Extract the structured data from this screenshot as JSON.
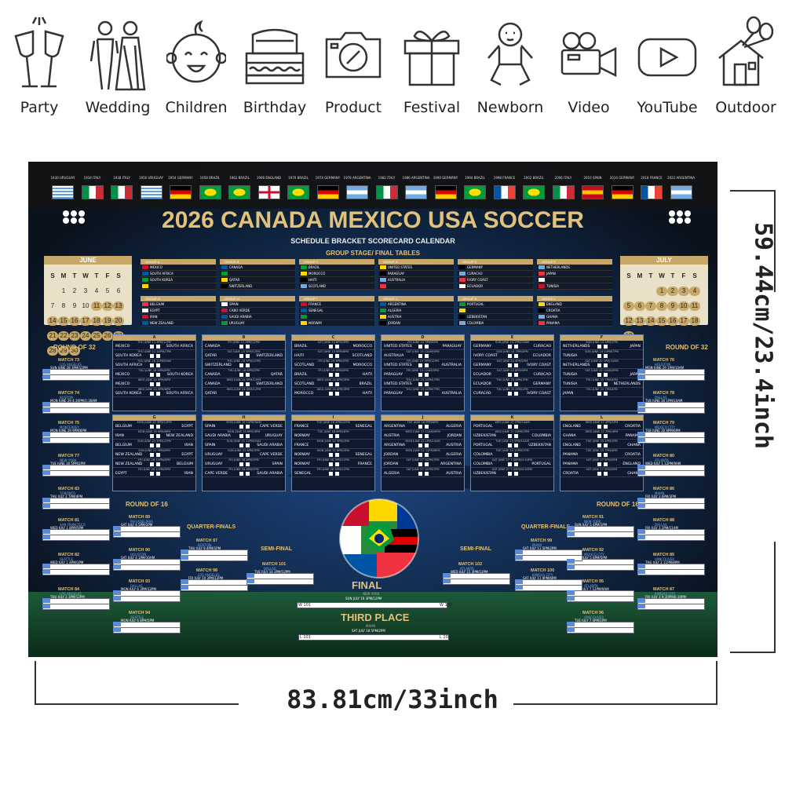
{
  "icons": [
    {
      "label": "Party",
      "icon": "champagne-glasses-icon"
    },
    {
      "label": "Wedding",
      "icon": "couple-icon"
    },
    {
      "label": "Children",
      "icon": "baby-face-icon"
    },
    {
      "label": "Birthday",
      "icon": "cake-icon"
    },
    {
      "label": "Product",
      "icon": "camera-icon"
    },
    {
      "label": "Festival",
      "icon": "gift-icon"
    },
    {
      "label": "Newborn",
      "icon": "newborn-icon"
    },
    {
      "label": "Video",
      "icon": "video-camera-icon"
    },
    {
      "label": "YouTube",
      "icon": "play-button-icon"
    },
    {
      "label": "Outdoor",
      "icon": "house-balloons-icon"
    }
  ],
  "poster": {
    "title": "2026 CANADA MEXICO USA SOCCER",
    "subtitle": "SCHEDULE BRACKET SCORECARD CALENDAR",
    "stage_label": "GROUP STAGE/ FINAL TABLES",
    "winners": [
      "1930 URUGUAY",
      "1934 ITALY",
      "1938 ITALY",
      "1950 URUGUAY",
      "1954 GERMANY",
      "1958 BRAZIL",
      "1962 BRAZIL",
      "1966 ENGLAND",
      "1970 BRAZIL",
      "1974 GERMANY",
      "1978 ARGENTINA",
      "1982 ITALY",
      "1986 ARGENTINA",
      "1990 GERMANY",
      "1994 BRAZIL",
      "1998 FRANCE",
      "2002 BRAZIL",
      "2006 ITALY",
      "2010 SPAIN",
      "2014 GERMANY",
      "2018 FRANCE",
      "2022 ARGENTINA"
    ],
    "june": {
      "name": "JUNE",
      "days": [
        "S",
        "M",
        "T",
        "W",
        "T",
        "F",
        "S",
        "",
        "1",
        "2",
        "3",
        "4",
        "5",
        "6",
        "7",
        "8",
        "9",
        "10",
        "11",
        "12",
        "13",
        "14",
        "15",
        "16",
        "17",
        "18",
        "19",
        "20",
        "21",
        "22",
        "23",
        "24",
        "25",
        "26",
        "27",
        "28",
        "29",
        "30"
      ]
    },
    "july": {
      "name": "JULY",
      "days": [
        "S",
        "M",
        "T",
        "W",
        "T",
        "F",
        "S",
        "",
        "",
        "",
        "1",
        "2",
        "3",
        "4",
        "5",
        "6",
        "7",
        "8",
        "9",
        "10",
        "11",
        "12",
        "13",
        "14",
        "15",
        "16",
        "17",
        "18",
        "19",
        "20",
        "21",
        "22",
        "23",
        "24",
        "25",
        "26",
        "27",
        "28",
        "29",
        "30",
        "31"
      ]
    },
    "groups": [
      {
        "name": "GROUP A",
        "teams": [
          "MEXICO",
          "SOUTH AFRICA",
          "SOUTH KOREA",
          ""
        ]
      },
      {
        "name": "GROUP B",
        "teams": [
          "CANADA",
          "",
          "QATAR",
          "SWITZERLAND"
        ]
      },
      {
        "name": "GROUP C",
        "teams": [
          "BRAZIL",
          "MOROCCO",
          "HAITI",
          "SCOTLAND"
        ]
      },
      {
        "name": "GROUP D",
        "teams": [
          "UNITED STATES",
          "PARAGUAY",
          "AUSTRALIA",
          ""
        ]
      },
      {
        "name": "GROUP E",
        "teams": [
          "GERMANY",
          "CURACAO",
          "IVORY COAST",
          "ECUADOR"
        ]
      },
      {
        "name": "GROUP F",
        "teams": [
          "NETHERLANDS",
          "JAPAN",
          "",
          "TUNISIA"
        ]
      },
      {
        "name": "GROUP G",
        "teams": [
          "BELGIUM",
          "EGYPT",
          "IRAN",
          "NEW ZEALAND"
        ]
      },
      {
        "name": "GROUP H",
        "teams": [
          "SPAIN",
          "CABO VERDE",
          "SAUDI ARABIA",
          "URUGUAY"
        ]
      },
      {
        "name": "GROUP I",
        "teams": [
          "FRANCE",
          "SENEGAL",
          "",
          "NORWAY"
        ]
      },
      {
        "name": "GROUP J",
        "teams": [
          "ARGENTINA",
          "ALGERIA",
          "AUSTRIA",
          "JORDAN"
        ]
      },
      {
        "name": "GROUP K",
        "teams": [
          "PORTUGAL",
          "",
          "UZBEKISTAN",
          "COLOMBIA"
        ]
      },
      {
        "name": "GROUP L",
        "teams": [
          "ENGLAND",
          "CROATIA",
          "GHANA",
          "PANAMA"
        ]
      }
    ],
    "panels_top": [
      {
        "letter": "A",
        "matches": [
          [
            "MEXICO",
            "SOUTH AFRICA",
            "THU JUNE 11 3PM/12PM"
          ],
          [
            "SOUTH KOREA",
            "",
            "THU JUNE 11 10PM/7PM"
          ],
          [
            "SOUTH AFRICA",
            "",
            "THU JUNE 18 12PM/9AM"
          ],
          [
            "MEXICO",
            "SOUTH KOREA",
            "THU JUNE 18 9PM/6PM"
          ],
          [
            "MEXICO",
            "",
            "WED JUNE 24 9PM/6PM"
          ],
          [
            "SOUTH KOREA",
            "SOUTH AFRICA",
            "WED JUNE 24 9PM/6PM"
          ]
        ]
      },
      {
        "letter": "B",
        "matches": [
          [
            "CANADA",
            "",
            "FRI JUNE 12 3PM/12PM"
          ],
          [
            "QATAR",
            "SWITZERLAND",
            "SAT JUNE 13 3PM/12PM"
          ],
          [
            "SWITZERLAND",
            "",
            "THU JUNE 18 3PM/12PM"
          ],
          [
            "CANADA",
            "QATAR",
            "THU JUNE 18 6PM/3PM"
          ],
          [
            "CANADA",
            "SWITZERLAND",
            "WED JUNE 24 3PM/12PM"
          ],
          [
            "QATAR",
            "",
            "WED JUNE 24 3PM/12PM"
          ]
        ]
      },
      {
        "letter": "C",
        "matches": [
          [
            "BRAZIL",
            "MOROCCO",
            "SAT JUNE 13 6PM/3PM"
          ],
          [
            "HAITI",
            "SCOTLAND",
            "SAT JUNE 13 9PM/6PM"
          ],
          [
            "SCOTLAND",
            "MOROCCO",
            "FRI JUNE 19 6PM/3PM"
          ],
          [
            "BRAZIL",
            "HAITI",
            "FRI JUNE 19 9PM/6PM"
          ],
          [
            "SCOTLAND",
            "BRAZIL",
            "WED JUNE 24 6PM/3PM"
          ],
          [
            "MOROCCO",
            "HAITI",
            "WED JUNE 24 6PM/3PM"
          ]
        ]
      },
      {
        "letter": "D",
        "matches": [
          [
            "UNITED STATES",
            "PARAGUAY",
            "FRI JUNE 12 9PM/6PM"
          ],
          [
            "AUSTRALIA",
            "",
            "SAT JUNE 13 12AM/9PM"
          ],
          [
            "UNITED STATES",
            "AUSTRALIA",
            "FRI JUNE 19 3PM/12PM"
          ],
          [
            "PARAGUAY",
            "",
            "FRI JUNE 19 12AM/9PM"
          ],
          [
            "UNITED STATES",
            "",
            "THU JUNE 25 10PM/7PM"
          ],
          [
            "PARAGUAY",
            "AUSTRALIA",
            "THU JUNE 25 10PM/7PM"
          ]
        ]
      },
      {
        "letter": "E",
        "matches": [
          [
            "GERMANY",
            "CURACAO",
            "SUN JUNE 14 1PM/10AM"
          ],
          [
            "IVORY COAST",
            "ECUADOR",
            "SUN JUNE 14 7PM/4PM"
          ],
          [
            "GERMANY",
            "IVORY COAST",
            "SAT JUNE 20 4PM/1PM"
          ],
          [
            "ECUADOR",
            "CURACAO",
            "SAT JUNE 20 8PM/5PM"
          ],
          [
            "ECUADOR",
            "GERMANY",
            "THU JUNE 25 4PM/1PM"
          ],
          [
            "CURACAO",
            "IVORY COAST",
            "THU JUNE 25 4PM/1PM"
          ]
        ]
      },
      {
        "letter": "F",
        "matches": [
          [
            "NETHERLANDS",
            "JAPAN",
            "SUN JUNE 14 4PM/1PM"
          ],
          [
            "TUNISIA",
            "",
            "SUN JUNE 14 10PM/7PM"
          ],
          [
            "NETHERLANDS",
            "",
            "SAT JUNE 20 1PM/10AM"
          ],
          [
            "TUNISIA",
            "JAPAN",
            "SAT JUNE 20 12AM/9PM"
          ],
          [
            "TUNISIA",
            "NETHERLANDS",
            "THU JUNE 25 7PM/4PM"
          ],
          [
            "JAPAN",
            "",
            "THU JUNE 25 7PM/4PM"
          ]
        ]
      }
    ],
    "panels_bottom": [
      {
        "letter": "G",
        "matches": [
          [
            "BELGIUM",
            "EGYPT",
            "MON JUNE 15 3PM/12PM"
          ],
          [
            "IRAN",
            "NEW ZEALAND",
            "MON JUNE 15 9PM/6PM"
          ],
          [
            "BELGIUM",
            "IRAN",
            "SUN JUNE 21 3PM/12PM"
          ],
          [
            "NEW ZEALAND",
            "EGYPT",
            "SUN JUNE 21 9PM/6PM"
          ],
          [
            "NEW ZEALAND",
            "BELGIUM",
            "FRI JUNE 26 11PM/8PM"
          ],
          [
            "EGYPT",
            "IRAN",
            "FRI JUNE 26 11PM/8PM"
          ]
        ]
      },
      {
        "letter": "H",
        "matches": [
          [
            "SPAIN",
            "CAPE VERDE",
            "MON JUNE 15 12PM/9AM"
          ],
          [
            "SAUDI ARABIA",
            "URUGUAY",
            "MON JUNE 15 6PM/3PM"
          ],
          [
            "SPAIN",
            "SAUDI ARABIA",
            "SUN JUNE 21 12PM/9AM"
          ],
          [
            "URUGUAY",
            "CAPE VERDE",
            "SUN JUNE 21 6PM/3PM"
          ],
          [
            "URUGUAY",
            "SPAIN",
            "FRI JUNE 26 8PM/5PM"
          ],
          [
            "CAPE VERDE",
            "SAUDI ARABIA",
            "FRI JUNE 26 8PM/5PM"
          ]
        ]
      },
      {
        "letter": "I",
        "matches": [
          [
            "FRANCE",
            "SENEGAL",
            "TUE JUNE 16 3PM/12PM"
          ],
          [
            "NORWAY",
            "",
            "TUE JUNE 16 6PM/3PM"
          ],
          [
            "FRANCE",
            "",
            "MON JUNE 22 5PM/2PM"
          ],
          [
            "NORWAY",
            "SENEGAL",
            "MON JUNE 22 8PM/5PM"
          ],
          [
            "NORWAY",
            "FRANCE",
            "FRI JUNE 26 3PM/12PM"
          ],
          [
            "SENEGAL",
            "",
            "FRI JUNE 26 3PM/12PM"
          ]
        ]
      },
      {
        "letter": "J",
        "matches": [
          [
            "ARGENTINA",
            "ALGERIA",
            "TUE JUNE 16 9PM/6PM"
          ],
          [
            "AUSTRIA",
            "JORDAN",
            "WED JUNE 17 12AM/9PM"
          ],
          [
            "ARGENTINA",
            "AUSTRIA",
            "MON JUNE 22 1PM/10AM"
          ],
          [
            "JORDAN",
            "ALGERIA",
            "MON JUNE 22 11PM/8PM"
          ],
          [
            "JORDAN",
            "ARGENTINA",
            "SAT JUNE 27 10PM/7PM"
          ],
          [
            "ALGERIA",
            "AUSTRIA",
            "SAT JUNE 27 10PM/7PM"
          ]
        ]
      },
      {
        "letter": "K",
        "matches": [
          [
            "PORTUGAL",
            "",
            "WED JUNE 17 1PM/10AM"
          ],
          [
            "UZBEKISTAN",
            "COLOMBIA",
            "WED JUNE 17 10PM/7PM"
          ],
          [
            "PORTUGAL",
            "UZBEKISTAN",
            "TUE JUNE 23 1PM/10AM"
          ],
          [
            "COLOMBIA",
            "",
            "TUE JUNE 23 10PM/7PM"
          ],
          [
            "COLOMBIA",
            "PORTUGAL",
            "SAT JUNE 27 7:30PM/4:30PM"
          ],
          [
            "UZBEKISTAN",
            "",
            "SAT JUNE 27 7:30PM/4:30PM"
          ]
        ]
      },
      {
        "letter": "L",
        "matches": [
          [
            "ENGLAND",
            "CROATIA",
            "WED JUNE 17 4PM/1PM"
          ],
          [
            "GHANA",
            "PANAMA",
            "WED JUNE 17 7PM/4PM"
          ],
          [
            "ENGLAND",
            "GHANA",
            "TUE JUNE 23 4PM/1PM"
          ],
          [
            "PANAMA",
            "CROATIA",
            "TUE JUNE 23 7PM/4PM"
          ],
          [
            "PANAMA",
            "ENGLAND",
            "SAT JUNE 27 5PM/2PM"
          ],
          [
            "CROATIA",
            "GHANA",
            "SAT JUNE 27 5PM/2PM"
          ]
        ]
      }
    ],
    "round32_label": "ROUND OF 32",
    "round16_label": "ROUND OF 16",
    "qf_label": "QUARTER-FINALS",
    "sf_label": "SEMI-FINAL",
    "left_r32": [
      {
        "match": "MATCH 73",
        "city": "LOS ANGELES",
        "date": "SUN JUNE 28 3PM/12PM"
      },
      {
        "match": "MATCH 74",
        "city": "BOSTON",
        "date": "MON JUNE 29 4:30PM/1:30AM"
      },
      {
        "match": "MATCH 75",
        "city": "MONTERREY",
        "date": "MON JUNE 29 9PM/6PM"
      },
      {
        "match": "MATCH 77",
        "city": "NEW YORK",
        "date": "TUE JUNE 30 5PM/2PM"
      },
      {
        "match": "MATCH 83",
        "city": "TORONTO",
        "date": "THU JULY 2 7PM/4PM"
      },
      {
        "match": "MATCH 81",
        "city": "SAN FRANCISCO",
        "date": "WED JULY 1 8PM/5PM"
      },
      {
        "match": "MATCH 82",
        "city": "SEATTLE",
        "date": "WED JULY 1 4PM/1PM"
      },
      {
        "match": "MATCH 84",
        "city": "LOS ANGELES",
        "date": "THU JULY 2 3PM/12PM"
      }
    ],
    "right_r32": [
      {
        "match": "MATCH 76",
        "city": "HOUSTON",
        "date": "MON JUNE 29 1PM/10AM"
      },
      {
        "match": "MATCH 78",
        "city": "DALLAS",
        "date": "TUE JUNE 30 1PM/10AM"
      },
      {
        "match": "MATCH 79",
        "city": "MEXICO CITY",
        "date": "TUE JUNE 30 9PM/6PM"
      },
      {
        "match": "MATCH 80",
        "city": "ATLANTA",
        "date": "WED JULY 1 12PM/9AM"
      },
      {
        "match": "MATCH 86",
        "city": "MIAMI",
        "date": "FRI JULY 3 6PM/3PM"
      },
      {
        "match": "MATCH 88",
        "city": "DALLAS",
        "date": "FRI JULY 3 2PM/11AM"
      },
      {
        "match": "MATCH 85",
        "city": "VANCOUVER",
        "date": "THU JULY 2 11PM/8PM"
      },
      {
        "match": "MATCH 87",
        "city": "KANSAS CITY",
        "date": "FRI JULY 3 9:30PM/6:30PM"
      }
    ],
    "left_r16": [
      {
        "match": "MATCH 89",
        "city": "PHILADELPHIA",
        "date": "SAT JULY 4 5PM/2PM"
      },
      {
        "match": "MATCH 90",
        "city": "HOUSTON",
        "date": "SAT JULY 4 1PM/10AM"
      },
      {
        "match": "MATCH 93",
        "city": "DALLAS",
        "date": "MON JULY 6 3PM/12PM"
      },
      {
        "match": "MATCH 94",
        "city": "SEATTLE",
        "date": "MON JULY 6 8PM/5PM"
      }
    ],
    "right_r16": [
      {
        "match": "MATCH 91",
        "city": "NEW YORK",
        "date": "SUN JULY 5 4PM/1PM"
      },
      {
        "match": "MATCH 92",
        "city": "MEXICO CITY",
        "date": "SUN JULY 5 8PM/5PM"
      },
      {
        "match": "MATCH 95",
        "city": "ATLANTA",
        "date": "TUE JULY 7 12PM/9AM"
      },
      {
        "match": "MATCH 96",
        "city": "VANCOUVER",
        "date": "TUE JULY 7 4PM/1PM"
      }
    ],
    "left_qf": [
      {
        "match": "MATCH 97",
        "city": "BOSTON",
        "date": "THU JULY 9 4PM/1PM"
      },
      {
        "match": "MATCH 98",
        "city": "LOS ANGELES",
        "date": "FRI JULY 10 3PM/12PM"
      }
    ],
    "right_qf": [
      {
        "match": "MATCH 99",
        "city": "MIAMI",
        "date": "SAT JULY 11 5PM/2PM"
      },
      {
        "match": "MATCH 100",
        "city": "KANSAS CITY",
        "date": "SAT JULY 11 9PM/6PM"
      }
    ],
    "left_sf": {
      "match": "MATCH 101",
      "city": "DALLAS",
      "date": "TUE JULY 14 3PM/12PM"
    },
    "right_sf": {
      "match": "MATCH 102",
      "city": "ATLANTA",
      "date": "WED JULY 15 3PM/12PM"
    },
    "final": {
      "label": "FINAL",
      "city": "NEW YORK",
      "date": "SUN JULY 19 3PM/12PM",
      "left_tag": "W 101",
      "right_tag": "W 102"
    },
    "third": {
      "label": "THIRD PLACE",
      "city": "MIAMI",
      "date": "SAT JULY 18 5PM/2PM",
      "left_tag": "L 101",
      "right_tag": "L 102"
    }
  },
  "dimensions": {
    "width": "83.81cm/33inch",
    "height": "59.44cm/23.4inch"
  }
}
